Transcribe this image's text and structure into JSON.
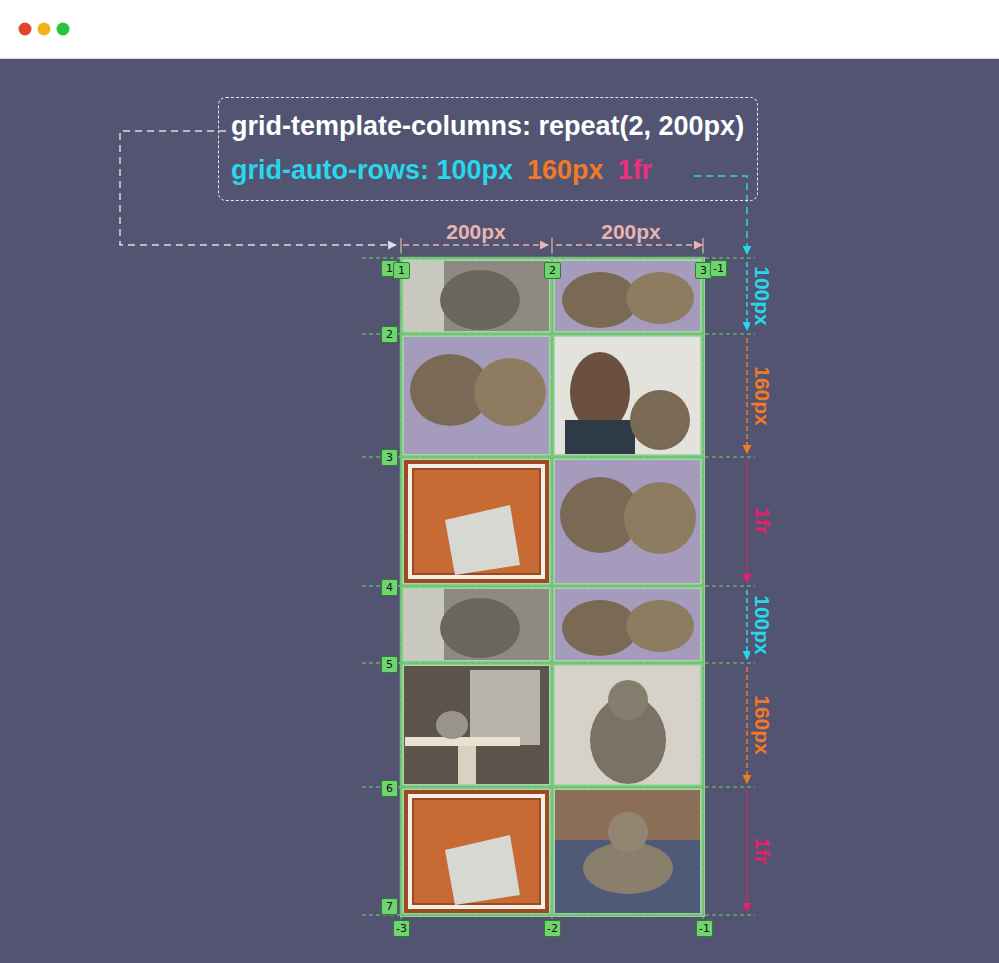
{
  "diagram": {
    "nodes": [
      {
        "text": [
          "grid-template-columns: repeat(2, 200px)",
          "grid-auto-rows: 100px",
          "160px",
          "1fr"
        ]
      },
      {
        "text": [
          "1"
        ]
      },
      {
        "text": [
          "2"
        ]
      },
      {
        "text": [
          "3"
        ]
      },
      {
        "text": [
          "4"
        ]
      },
      {
        "text": [
          "5"
        ]
      },
      {
        "text": [
          "6"
        ]
      },
      {
        "text": [
          "7"
        ]
      },
      {
        "text": [
          "1"
        ]
      },
      {
        "text": [
          "2"
        ]
      },
      {
        "text": [
          "3"
        ]
      },
      {
        "text": [
          "-1"
        ]
      },
      {
        "text": [
          "-3"
        ]
      },
      {
        "text": [
          "-2"
        ]
      },
      {
        "text": [
          "-1"
        ]
      }
    ],
    "labels": [
      "200px",
      "200px",
      "100px",
      "160px",
      "1fr",
      "100px",
      "160px",
      "1fr"
    ]
  }
}
